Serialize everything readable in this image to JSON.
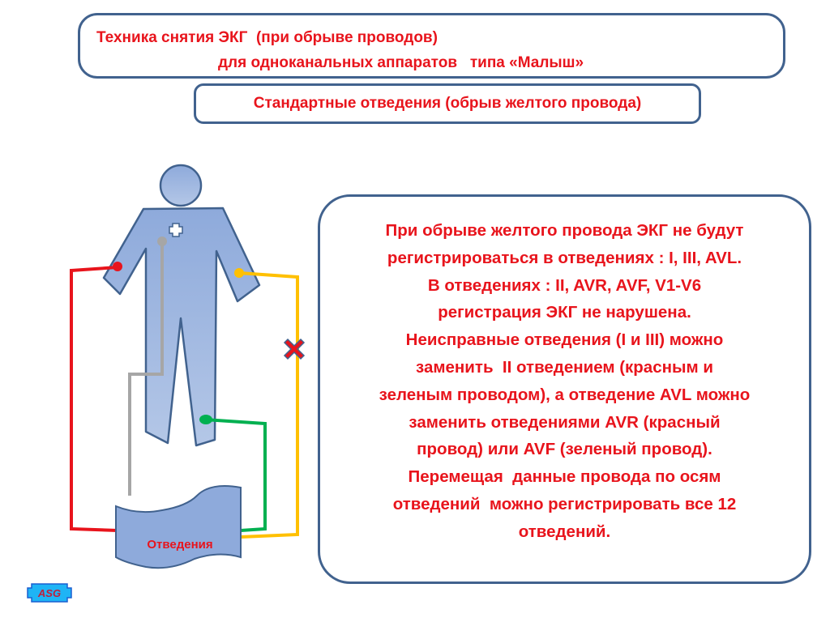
{
  "title": {
    "line1": "Техника снятия ЭКГ  (при обрыве проводов)",
    "line2": "для одноканальных аппаратов   типа «Малыш»"
  },
  "subtitle": "Стандартные отведения  (обрыв желтого провода)",
  "diagram": {
    "leads_label": "Отведения",
    "wire_colors": {
      "red": "#e8141c",
      "yellow": "#ffc000",
      "green": "#00b050",
      "grey": "#a6a6a6"
    },
    "broken_wire": "yellow",
    "body_color": "#8eaadb"
  },
  "explanation": [
    "При обрыве желтого провода ЭКГ не будут",
    "регистрироваться в отведениях : I, III, AVL.",
    "В отведениях : II, AVR, AVF, V1-V6",
    "регистрация ЭКГ не нарушена.",
    "Неисправные отведения (I и III) можно",
    "заменить  II отведением (красным и",
    "зеленым проводом), а отведение AVL можно",
    "заменить отведениями AVR (красный",
    "провод) или AVF (зеленый провод).",
    "Перемещая  данные провода по осям",
    "отведений  можно регистрировать все 12",
    "отведений."
  ],
  "badge": "ASG"
}
